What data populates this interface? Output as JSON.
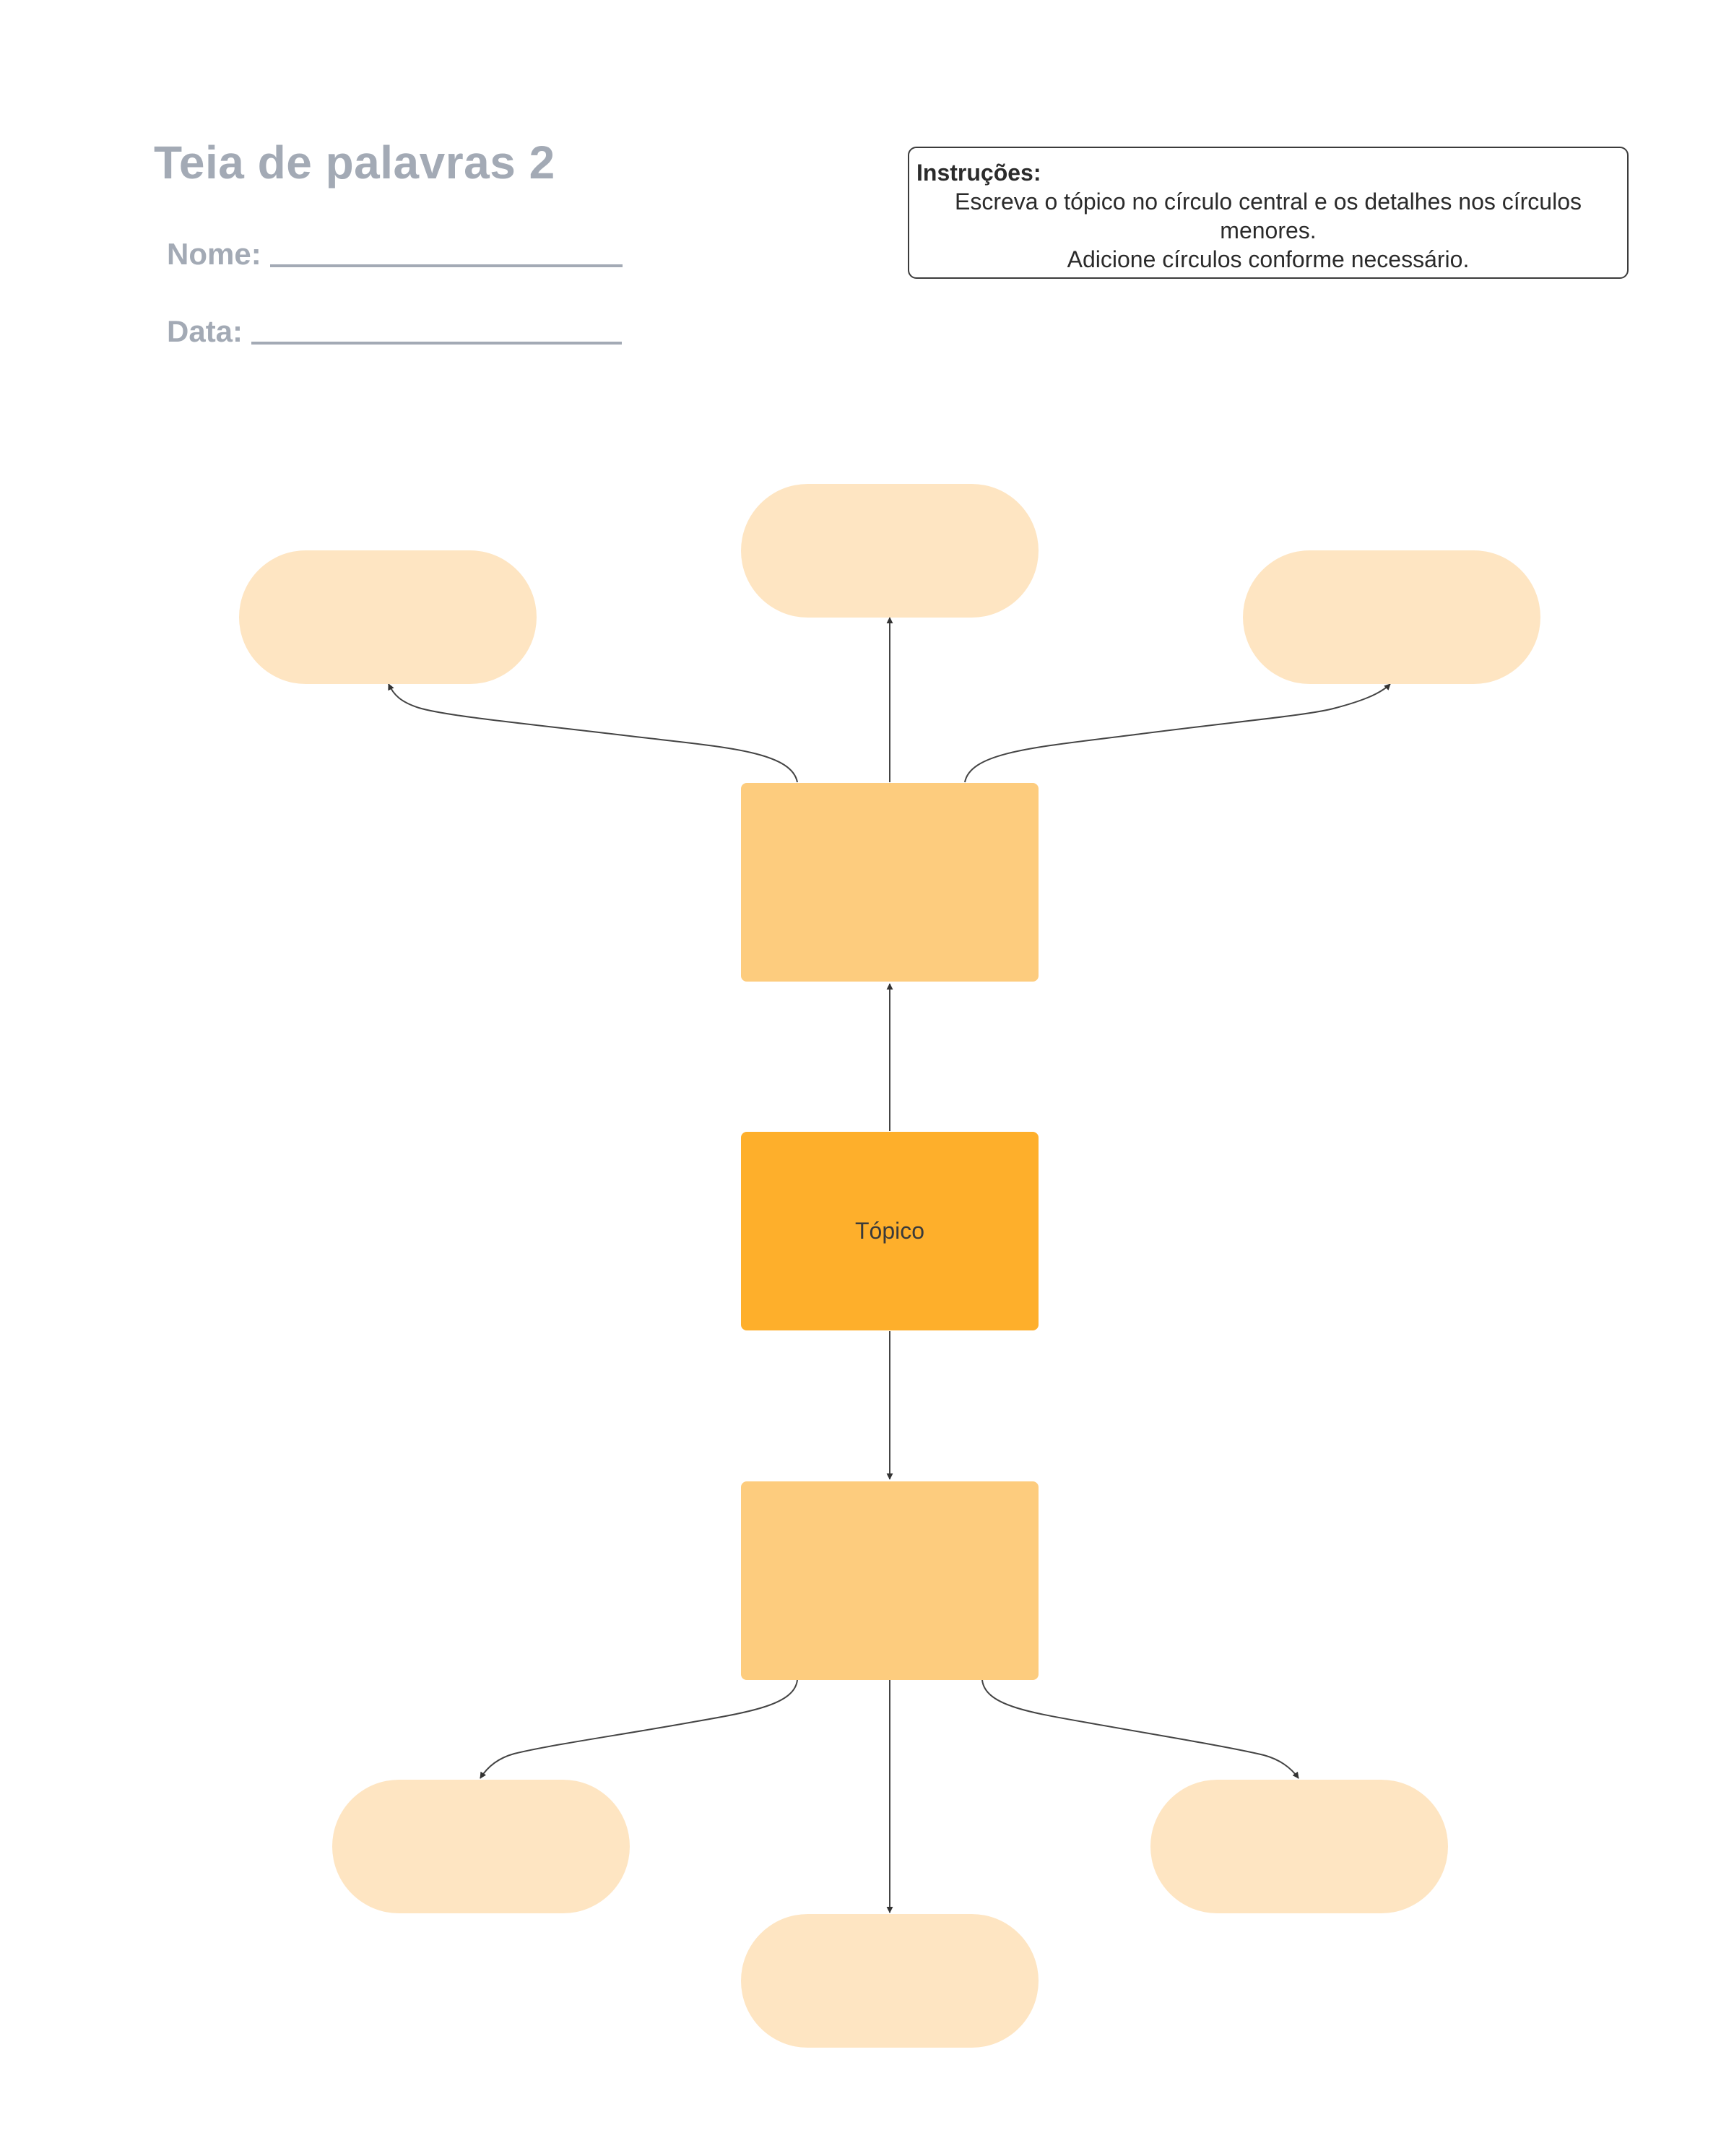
{
  "header": {
    "title": "Teia de palavras 2",
    "name_label": "Nome:",
    "date_label": "Data:"
  },
  "instructions": {
    "heading": "Instruções:",
    "line1": "Escreva o tópico no círculo central e os detalhes nos círculos menores.",
    "line2": "Adicione círculos conforme necessário."
  },
  "diagram": {
    "topic_label": "Tópico",
    "colors": {
      "topic": "#feaf2b",
      "subtopic": "#fdcc7e",
      "detail": "#fee5c2",
      "connector": "#444444",
      "header_text": "#a3aab5"
    }
  }
}
